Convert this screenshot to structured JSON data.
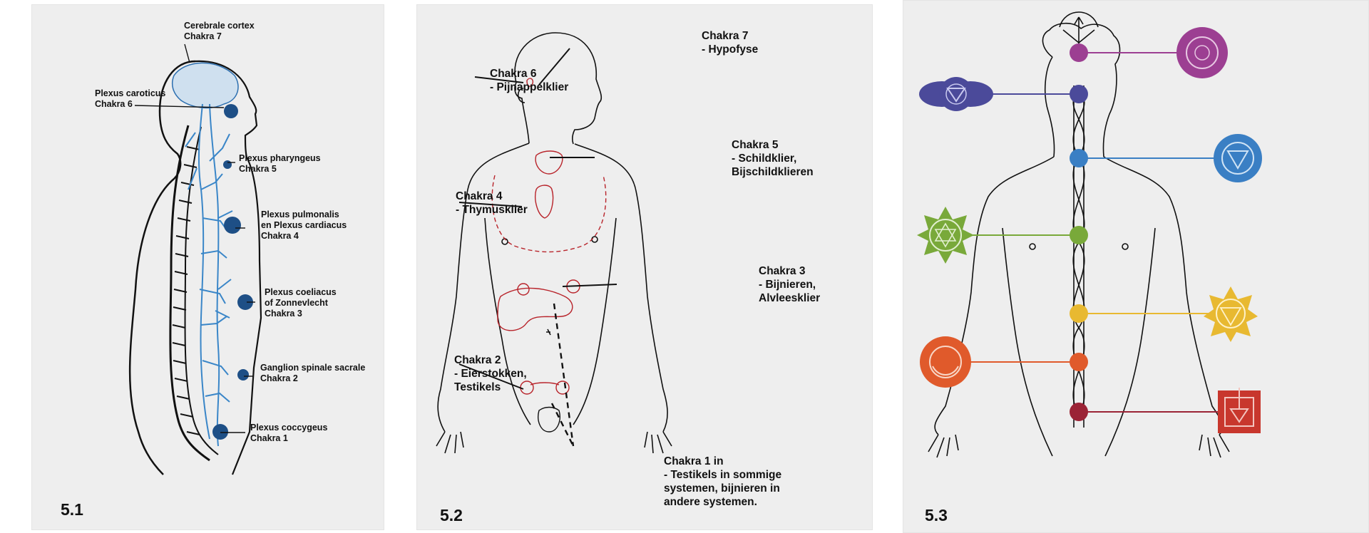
{
  "panels": [
    {
      "number": "5.1",
      "labels": [
        {
          "line1": "Cerebrale cortex",
          "line2": "Chakra 7"
        },
        {
          "line1": "Plexus caroticus",
          "line2": "Chakra 6"
        },
        {
          "line1": "Plexus pharyngeus",
          "line2": "Chakra 5"
        },
        {
          "line1": "Plexus pulmonalis",
          "line2": "en Plexus cardiacus",
          "line3": "Chakra 4"
        },
        {
          "line1": "Plexus coeliacus",
          "line2": "of Zonnevlecht",
          "line3": "Chakra 3"
        },
        {
          "line1": "Ganglion spinale sacrale",
          "line2": "Chakra 2"
        },
        {
          "line1": "Plexus coccygeus",
          "line2": "Chakra 1"
        }
      ]
    },
    {
      "number": "5.2",
      "labels": [
        {
          "line1": "Chakra 7",
          "line2": "- Hypofyse"
        },
        {
          "line1": "Chakra 6",
          "line2": "- Pijnappelklier"
        },
        {
          "line1": "Chakra 5",
          "line2": "- Schildklier,",
          "line3": "Bijschildklieren"
        },
        {
          "line1": "Chakra 4",
          "line2": "- Thymusklier"
        },
        {
          "line1": "Chakra 3",
          "line2": "- Bijnieren,",
          "line3": "Alvleesklier"
        },
        {
          "line1": "Chakra 2",
          "line2": "- Eierstokken,",
          "line3": "Testikels"
        },
        {
          "line1": "Chakra 1 in",
          "line2": "- Testikels in sommige",
          "line3": "systemen, bijnieren in",
          "line4": "andere systemen."
        }
      ]
    },
    {
      "number": "5.3",
      "chakra_colors": [
        "#9b2335",
        "#e05a2b",
        "#e8b931",
        "#79a93a",
        "#3a7fc4",
        "#4b4a9a",
        "#9c3f92"
      ]
    }
  ]
}
